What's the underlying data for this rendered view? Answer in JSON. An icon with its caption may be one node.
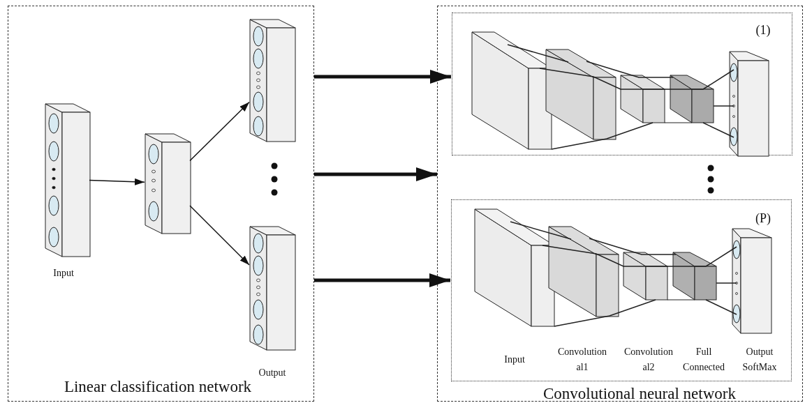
{
  "diagram": {
    "nodes": [
      {
        "text": [
          "Linear classification network"
        ]
      },
      {
        "text": [],
        "shape": "box",
        "in": 0,
        "beside": [
          "Input"
        ]
      },
      {
        "text": [],
        "shape": "box",
        "in": 0
      },
      {
        "text": [],
        "shape": "box",
        "in": 0
      },
      {
        "text": [],
        "shape": "box",
        "in": 0,
        "beside": [
          "Output"
        ]
      },
      {
        "text": [
          "Convolutional neural network"
        ]
      },
      {
        "text": [
          "(1)"
        ],
        "in": 5
      },
      {
        "text": [
          "(P)"
        ],
        "in": 5
      }
    ],
    "edges": [
      {
        "from": 1,
        "to": 2,
        "arrow": "to"
      },
      {
        "from": 2,
        "to": 3,
        "arrow": "to"
      },
      {
        "from": 2,
        "to": 4,
        "arrow": "to"
      },
      {
        "from": 0,
        "to": 6,
        "arrow": "to",
        "style": "thick"
      },
      {
        "from": 0,
        "to": 5,
        "arrow": "to",
        "style": "thick"
      },
      {
        "from": 0,
        "to": 7,
        "arrow": "to",
        "style": "thick"
      }
    ],
    "labels": [
      "Input",
      "Convolution al1",
      "Convolution al2",
      "Full Connected",
      "Output SoftMax"
    ]
  }
}
